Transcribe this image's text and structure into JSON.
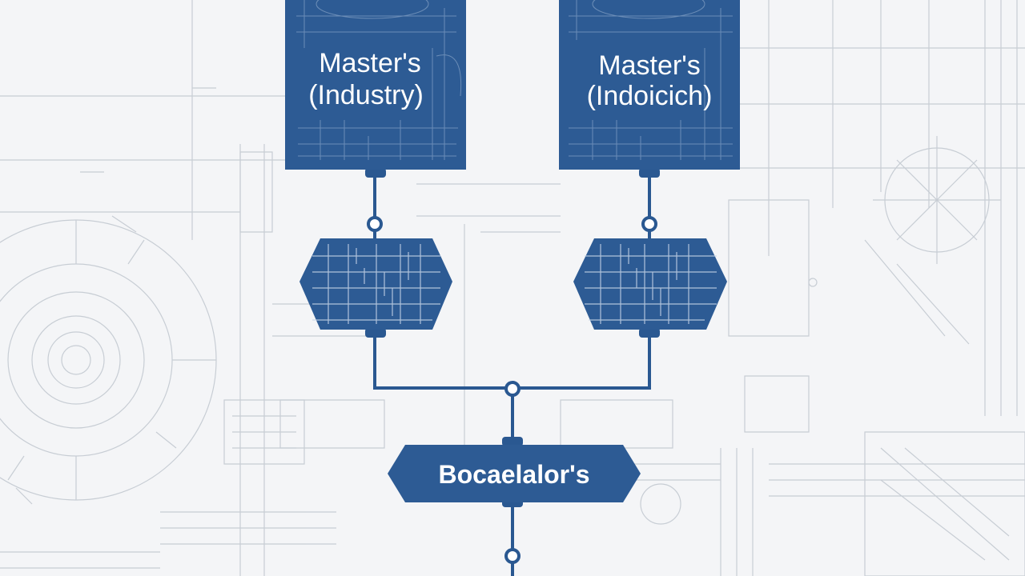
{
  "diagram": {
    "colors": {
      "node_fill": "#2d5b94",
      "connector": "#2a5891",
      "background": "#f4f5f7",
      "sketch_lines": "#b9c0c9",
      "node_text": "#ffffff"
    },
    "nodes": {
      "master_left": {
        "line1": "Master's",
        "line2": "(Industry)"
      },
      "master_right": {
        "line1": "Master's",
        "line2": "(Indoicich)"
      },
      "mid_left": {
        "label": ""
      },
      "mid_right": {
        "label": ""
      },
      "bachelor": {
        "label": "Bocaelalor's"
      }
    },
    "edges": [
      {
        "from": "master_left",
        "to": "mid_left"
      },
      {
        "from": "master_right",
        "to": "mid_right"
      },
      {
        "from": "mid_left",
        "to": "bachelor"
      },
      {
        "from": "mid_right",
        "to": "bachelor"
      }
    ]
  }
}
